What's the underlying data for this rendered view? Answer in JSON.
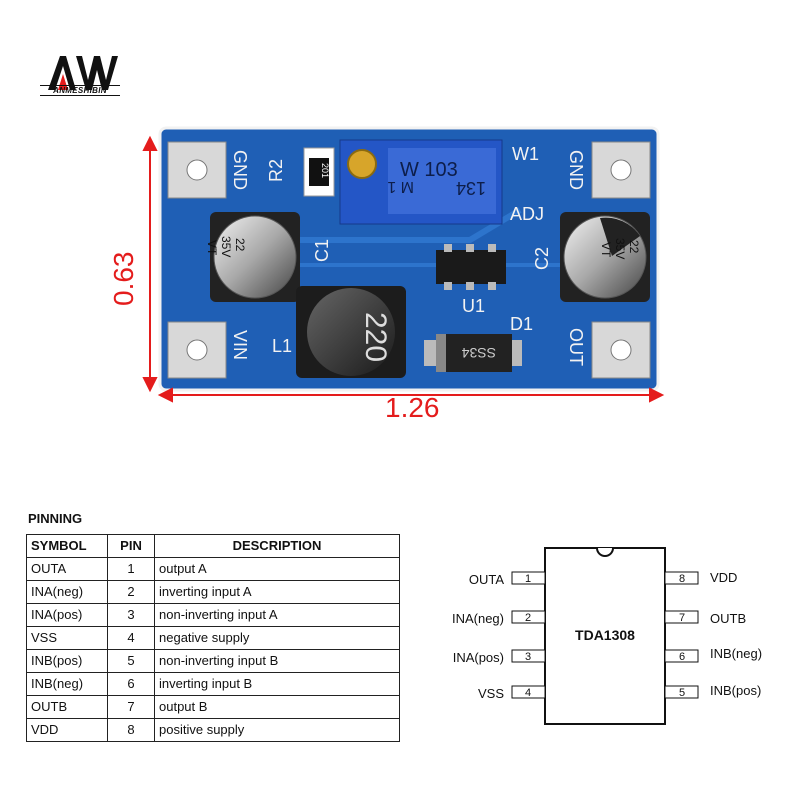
{
  "logo": {
    "text": "ANMESHIBIN"
  },
  "board": {
    "dimension_width": "1.26",
    "dimension_height": "0.63",
    "silkscreen": {
      "gnd_left": "GND",
      "vin": "VIN",
      "gnd_right": "GND",
      "out": "OUT",
      "r2": "R2",
      "w1": "W1",
      "adj": "ADJ",
      "c1": "C1",
      "c2": "C2",
      "l1": "L1",
      "u1": "U1",
      "d1": "D1"
    },
    "resistor_code": "201",
    "trimmer_line1": "W 103",
    "trimmer_line2": "M  1",
    "trimmer_line3": "134",
    "cap_value": "22",
    "cap_voltage": "35V",
    "cap_series": "VT",
    "inductor_code": "220",
    "diode_code": "SS34"
  },
  "pinning": {
    "title": "PINNING",
    "headers": {
      "symbol": "SYMBOL",
      "pin": "PIN",
      "description": "DESCRIPTION"
    },
    "rows": [
      {
        "symbol": "OUTA",
        "pin": "1",
        "description": "output A"
      },
      {
        "symbol": "INA(neg)",
        "pin": "2",
        "description": "inverting input A"
      },
      {
        "symbol": "INA(pos)",
        "pin": "3",
        "description": "non-inverting input A"
      },
      {
        "symbol": "VSS",
        "pin": "4",
        "description": "negative supply"
      },
      {
        "symbol": "INB(pos)",
        "pin": "5",
        "description": "non-inverting input B"
      },
      {
        "symbol": "INB(neg)",
        "pin": "6",
        "description": "inverting input B"
      },
      {
        "symbol": "OUTB",
        "pin": "7",
        "description": "output B"
      },
      {
        "symbol": "VDD",
        "pin": "8",
        "description": "positive supply"
      }
    ]
  },
  "ic": {
    "name": "TDA1308",
    "left_pins": [
      {
        "label": "OUTA",
        "num": "1"
      },
      {
        "label": "INA(neg)",
        "num": "2"
      },
      {
        "label": "INA(pos)",
        "num": "3"
      },
      {
        "label": "VSS",
        "num": "4"
      }
    ],
    "right_pins": [
      {
        "label": "VDD",
        "num": "8"
      },
      {
        "label": "OUTB",
        "num": "7"
      },
      {
        "label": "INB(neg)",
        "num": "6"
      },
      {
        "label": "INB(pos)",
        "num": "5"
      }
    ]
  }
}
